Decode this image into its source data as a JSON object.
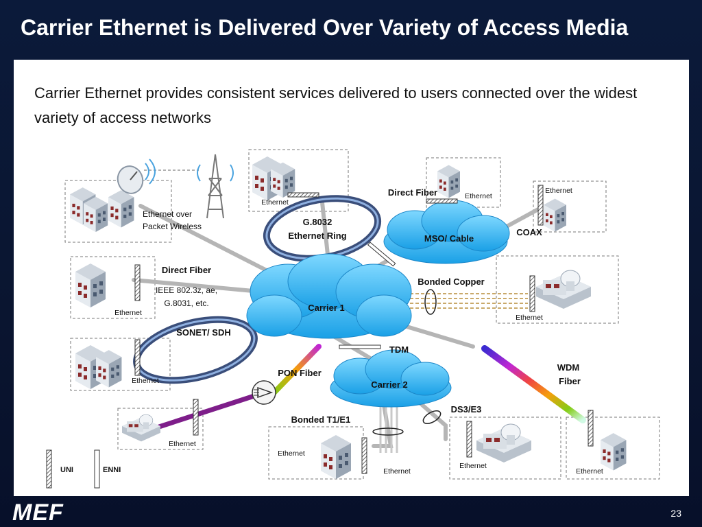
{
  "slide": {
    "title": "Carrier Ethernet is Delivered Over Variety of Access Media",
    "subtitle": "Carrier Ethernet provides consistent services delivered to users connected over the widest variety of access networks",
    "page_number": "23",
    "logo_text": "MEF"
  },
  "diagram": {
    "clouds": {
      "carrier1": "Carrier 1",
      "carrier2": "Carrier 2",
      "mso": "MSO/ Cable"
    },
    "rings": {
      "g8032_line1": "G.8032",
      "g8032_line2": "Ethernet Ring",
      "sonet": "SONET/ SDH"
    },
    "links": {
      "wireless_line1": "Ethernet over",
      "wireless_line2": "Packet Wireless",
      "direct_fiber_left": "Direct Fiber",
      "ieee_line1": "IEEE 802.3z, ae,",
      "ieee_line2": "G.8031, etc.",
      "direct_fiber_top": "Direct Fiber",
      "coax": "COAX",
      "bonded_copper": "Bonded Copper",
      "tdm": "TDM",
      "pon": "PON  Fiber",
      "wdm_line1": "WDM",
      "wdm_line2": "Fiber",
      "ds3": "DS3/E3",
      "bonded_t1": "Bonded T1/E1"
    },
    "ethernet_label": "Ethernet",
    "legend": {
      "uni": "UNI",
      "enni": "ENNI"
    },
    "icons": [
      "office-building-icon",
      "satellite-dish-icon",
      "radio-tower-icon",
      "dome-building-icon",
      "pon-splitter-icon"
    ]
  }
}
